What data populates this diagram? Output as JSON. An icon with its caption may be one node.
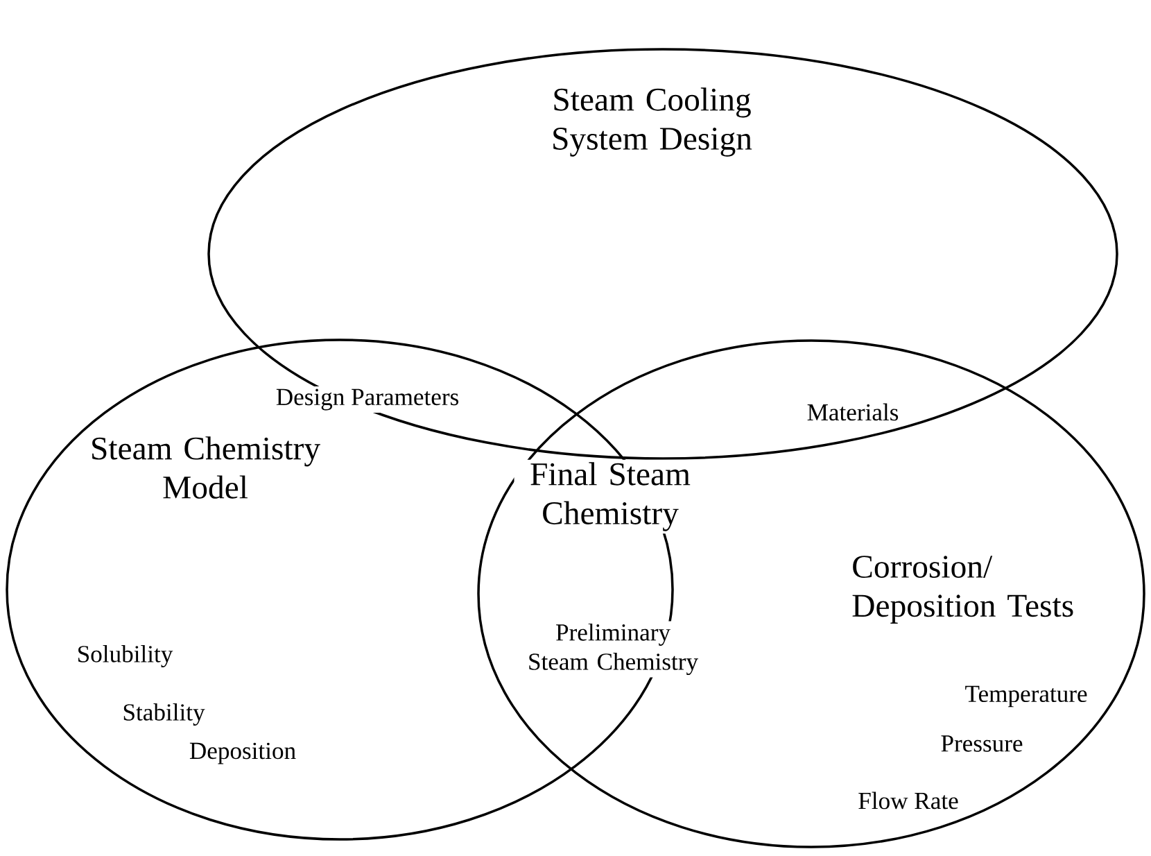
{
  "diagram": {
    "nodes": [
      {
        "text": [
          "Steam Cooling System Design"
        ]
      },
      {
        "text": [
          "Steam Chemistry Model",
          "Solubility",
          "Stability",
          "Deposition"
        ]
      },
      {
        "text": [
          "Corrosion/ Deposition Tests",
          "Temperature",
          "Pressure",
          "Flow Rate"
        ]
      }
    ],
    "edges": [],
    "labels": [
      "Design Parameters",
      "Materials",
      "Final Steam Chemistry",
      "Preliminary Steam Chemistry"
    ]
  }
}
